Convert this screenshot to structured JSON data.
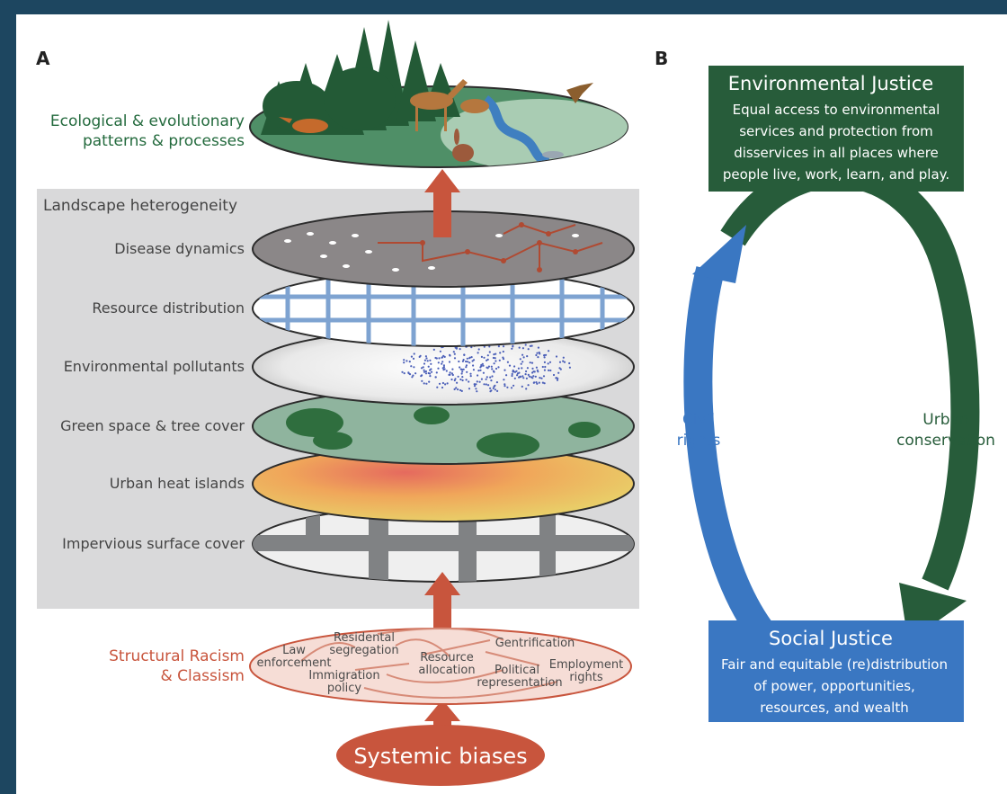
{
  "panel_a": {
    "label": "A",
    "ecology_label_line1": "Ecological & evolutionary",
    "ecology_label_line2": "patterns & processes",
    "landscape_title": "Landscape heterogeneity",
    "layers": [
      "Disease dynamics",
      "Resource distribution",
      "Environmental pollutants",
      "Green space & tree cover",
      "Urban heat islands",
      "Impervious surface cover"
    ],
    "racism_label_line1": "Structural Racism",
    "racism_label_line2": "& Classism",
    "racism_nodes": {
      "law_1": "Law",
      "law_2": "enforcement",
      "seg_1": "Residental",
      "seg_2": "segregation",
      "imm_1": "Immigration",
      "imm_2": "policy",
      "res_1": "Resource",
      "res_2": "allocation",
      "gent": "Gentrification",
      "pol_1": "Political",
      "pol_2": "representation",
      "emp_1": "Employment",
      "emp_2": "rights"
    },
    "systemic": "Systemic biases"
  },
  "panel_b": {
    "label": "B",
    "env_title": "Environmental Justice",
    "env_lines": [
      "Equal access to environmental",
      "services and protection from",
      "disservices in all places where",
      "people live, work, learn, and play."
    ],
    "social_title": "Social Justice",
    "social_lines": [
      "Fair and equitable (re)distribution",
      "of power, opportunities,",
      "resources, and wealth"
    ],
    "civil_1": "Civil",
    "civil_2": "rights",
    "urban_1": "Urban",
    "urban_2": "conservation",
    "colors": {
      "green": "#275c3a",
      "blue": "#3a77c2",
      "red": "#c8553d"
    }
  }
}
